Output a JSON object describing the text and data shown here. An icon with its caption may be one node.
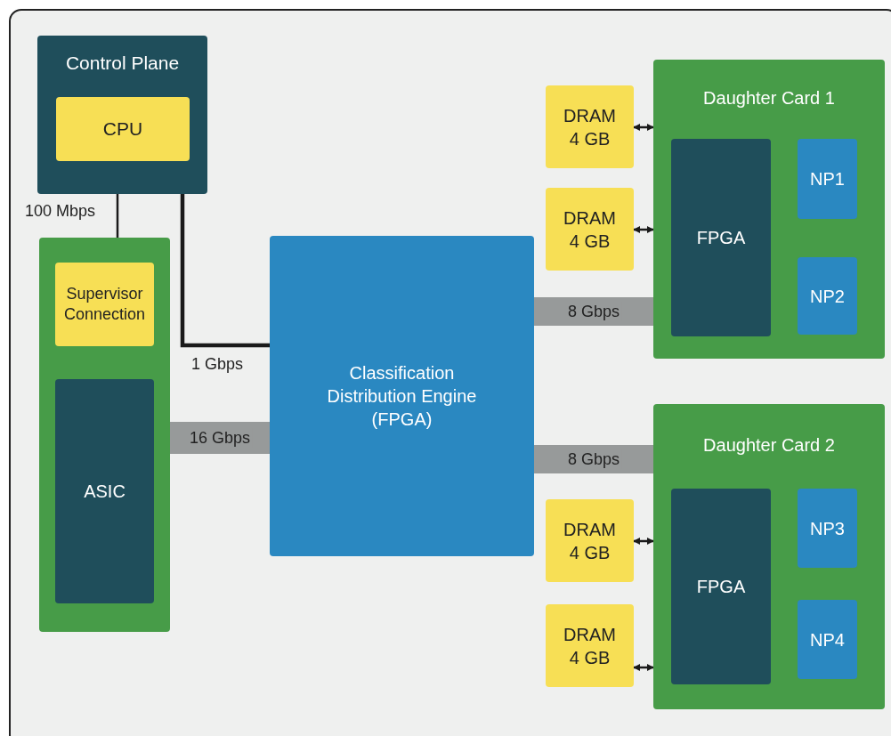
{
  "diagram": {
    "nodes": [
      {
        "text": [
          "Control Plane"
        ]
      },
      {
        "text": [
          "CPU"
        ],
        "in": 0
      },
      {
        "text": [],
        "shape": "box"
      },
      {
        "text": [
          "Supervisor Connection"
        ],
        "in": 2
      },
      {
        "text": [
          "ASIC"
        ],
        "in": 2
      },
      {
        "text": [
          "Classification Distribution Engine (FPGA)"
        ]
      },
      {
        "text": [
          "DRAM 4 GB"
        ]
      },
      {
        "text": [
          "DRAM 4 GB"
        ]
      },
      {
        "text": [
          "Daughter Card 1"
        ]
      },
      {
        "text": [
          "FPGA"
        ],
        "in": 8
      },
      {
        "text": [
          "NP1"
        ],
        "in": 8
      },
      {
        "text": [
          "NP2"
        ],
        "in": 8
      },
      {
        "text": [
          "Daughter Card 2"
        ]
      },
      {
        "text": [
          "FPGA"
        ],
        "in": 12
      },
      {
        "text": [
          "NP3"
        ],
        "in": 12
      },
      {
        "text": [
          "NP4"
        ],
        "in": 12
      },
      {
        "text": [
          "DRAM 4 GB"
        ]
      },
      {
        "text": [
          "DRAM 4 GB"
        ]
      }
    ],
    "edges": [
      {
        "from": 1,
        "to": 3,
        "arrow": "none",
        "label": "100 Mbps"
      },
      {
        "from": 1,
        "to": 5,
        "arrow": "none",
        "label": "1 Gbps",
        "style": "thick"
      },
      {
        "from": 2,
        "to": 5,
        "arrow": "none",
        "label": "16 Gbps",
        "style": "thick",
        "color": "#979a9a"
      },
      {
        "from": 5,
        "to": 8,
        "arrow": "none",
        "label": "8 Gbps",
        "style": "thick",
        "color": "#979a9a"
      },
      {
        "from": 5,
        "to": 12,
        "arrow": "none",
        "label": "8 Gbps",
        "style": "thick",
        "color": "#979a9a"
      },
      {
        "from": 6,
        "to": 8,
        "arrow": "both"
      },
      {
        "from": 7,
        "to": 8,
        "arrow": "both"
      },
      {
        "from": 16,
        "to": 12,
        "arrow": "both"
      },
      {
        "from": 17,
        "to": 12,
        "arrow": "both"
      }
    ]
  }
}
